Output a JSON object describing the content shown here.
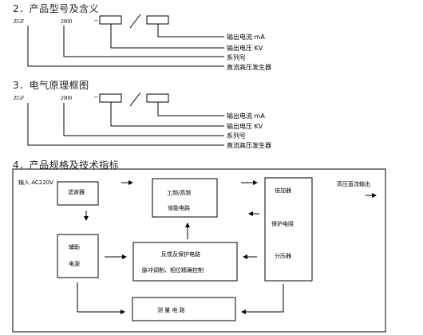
{
  "section2": {
    "heading": "2．产品型号及含义",
    "code_prefix": "ZGF",
    "code_number": "2000",
    "code_dash": "－",
    "legend": [
      "输出电流 mA",
      "输出电压 KV",
      "系列号",
      "直流高压发生器"
    ]
  },
  "section3": {
    "heading": "3．电气原理框图",
    "code_prefix": "ZGF",
    "code_number": "2000",
    "code_dash": "－",
    "legend": [
      "输出电流 mA",
      "输出电压 KV",
      "系列号",
      "直流高压发生器"
    ]
  },
  "section4": {
    "heading": "4．产品规格及技术指标",
    "input_label": "输入 AC220V",
    "filter": "滤波器",
    "aux_power": [
      "辅助",
      "电源"
    ],
    "power_stage": [
      "工频/高频",
      "倍能电路"
    ],
    "feedback": [
      "反馈及保护电路",
      "脉冲调制、相位精确控制"
    ],
    "measure": "测 量 电 路",
    "hv_stack": [
      "倍加器",
      "保护电阻",
      "分压器"
    ],
    "output_label": "高压直流输出"
  }
}
